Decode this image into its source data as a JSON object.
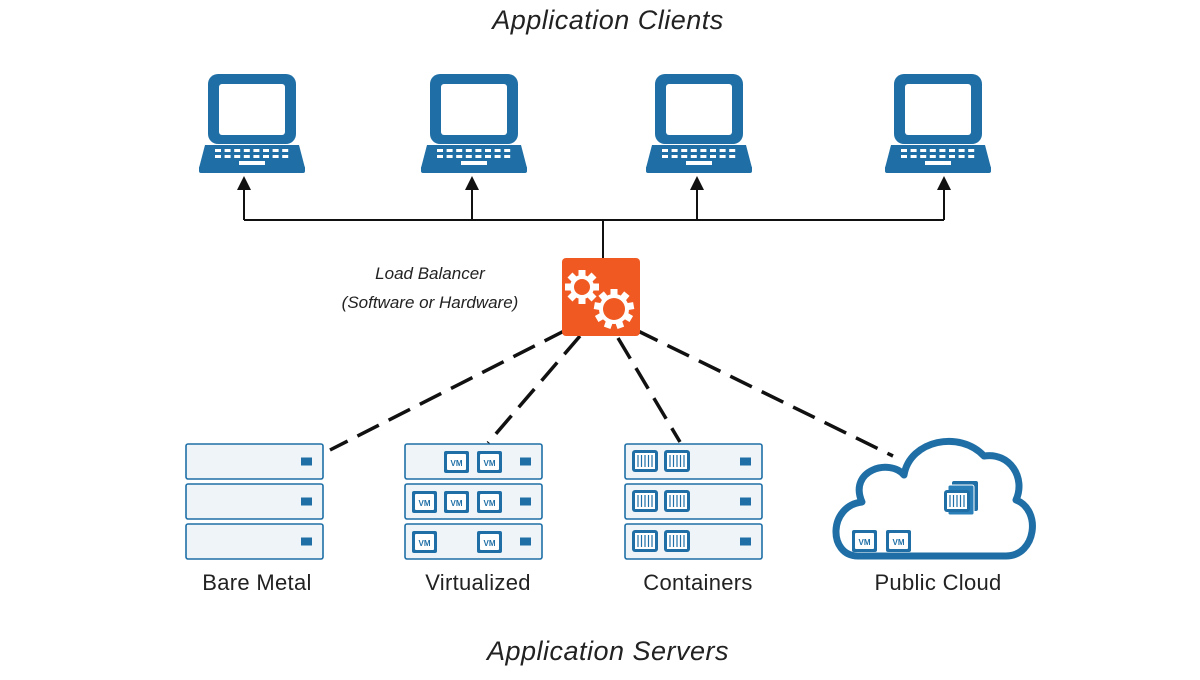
{
  "titles": {
    "clients": "Application Clients",
    "servers": "Application Servers"
  },
  "load_balancer": {
    "line1": "Load Balancer",
    "line2": "(Software or Hardware)",
    "icon": "gears-icon"
  },
  "clients": [
    {
      "icon": "laptop-icon"
    },
    {
      "icon": "laptop-icon"
    },
    {
      "icon": "laptop-icon"
    },
    {
      "icon": "laptop-icon"
    }
  ],
  "server_groups": [
    {
      "label": "Bare Metal",
      "icon": "server-rack-icon"
    },
    {
      "label": "Virtualized",
      "icon": "server-rack-icon",
      "chip_label": "VM"
    },
    {
      "label": "Containers",
      "icon": "server-rack-icon"
    },
    {
      "label": "Public Cloud",
      "icon": "cloud-icon",
      "chip_label": "VM"
    }
  ],
  "colors": {
    "primary_blue": "#1f6fa6",
    "light_blue": "#eef4f8",
    "load_balancer_orange": "#f05a22",
    "line": "#111111"
  }
}
